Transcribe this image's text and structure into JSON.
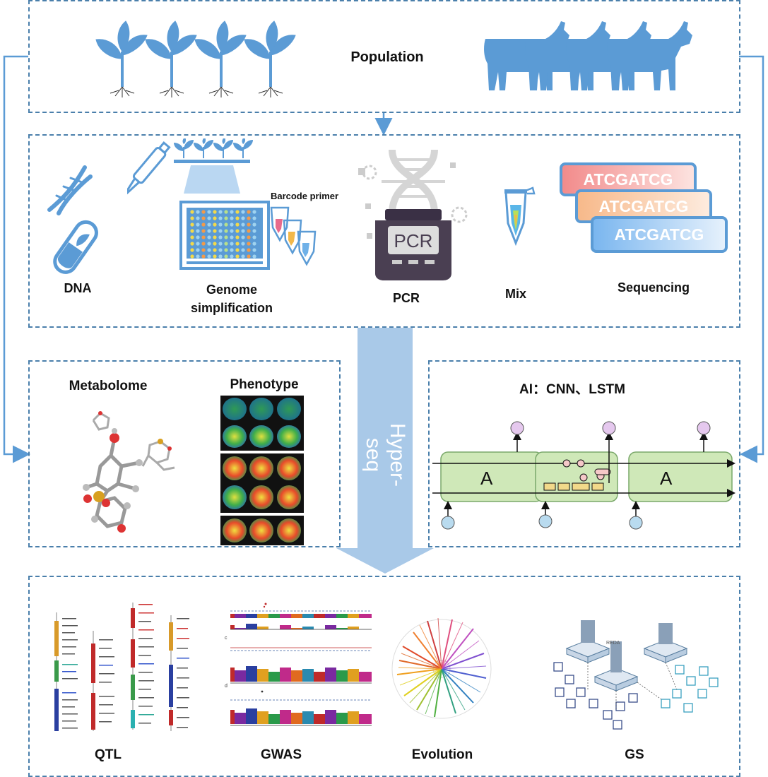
{
  "population": {
    "label": "Population"
  },
  "preparation": {
    "dna_label": "DNA",
    "genome_label_line1": "Genome",
    "genome_label_line2": "simplification",
    "barcode_label": "Barcode primer",
    "pcr_label": "PCR",
    "pcr_machine_text": "PCR",
    "mix_label": "Mix",
    "sequencing_label": "Sequencing",
    "sequence_cards": [
      "ATCGATCG",
      "ATCGATCG",
      "ATCGATCG"
    ]
  },
  "center_arrow": {
    "label": "Hyper-seq"
  },
  "omics": {
    "metabolome_label": "Metabolome",
    "phenotype_label": "Phenotype"
  },
  "ai": {
    "title": "AI：CNN、LSTM",
    "cell_letter": "A"
  },
  "applications": {
    "qtl_label": "QTL",
    "gwas_label": "GWAS",
    "evolution_label": "Evolution",
    "gs_label": "GS",
    "gwas_panel_letters": [
      "c",
      "d"
    ],
    "gs_tag": "REDA"
  },
  "colors": {
    "box_border": "#4a7fab",
    "icon_blue": "#5b9bd5",
    "arrow_light": "#a9c9e8",
    "lstm_green": "#cfe8b8"
  }
}
